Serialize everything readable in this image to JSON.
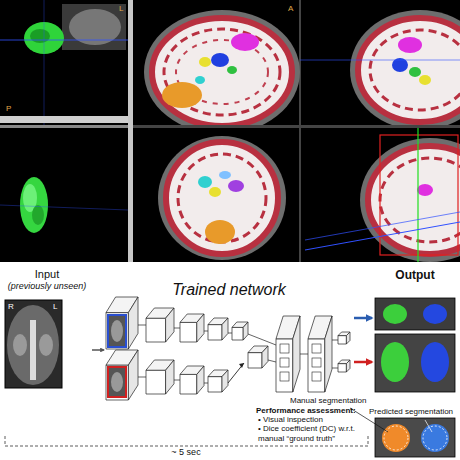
{
  "diagram": {
    "nodes": [
      {
        "text": [
          "Input",
          "(previously unseen)"
        ]
      },
      {
        "text": [
          "Trained network"
        ]
      },
      {
        "text": [
          "Output"
        ]
      }
    ],
    "edges": [
      {
        "from": 0,
        "to": 1,
        "arrow": "to"
      },
      {
        "from": 1,
        "to": 2,
        "arrow": "to"
      },
      {
        "from": 1,
        "to": 2,
        "arrow": "to"
      }
    ],
    "labels": [
      "L",
      "A",
      "P",
      "R",
      "L",
      "Manual segmentation",
      "Predicted segmentation",
      "Performance assessment:",
      "• Visual inspection",
      "• Dice coefficient (DC) w.r.t. manual “ground truth”",
      "~ 5 sec"
    ]
  }
}
